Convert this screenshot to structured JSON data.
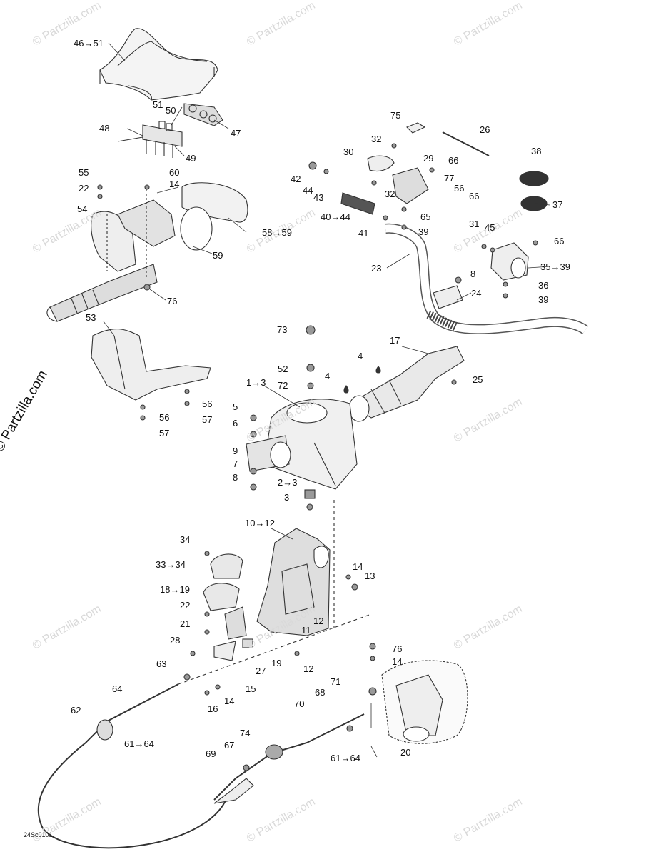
{
  "diagram_code": "24Sc0101",
  "watermark": "© Partzilla.com",
  "brand": "© Partzilla.com",
  "line_color": "#333333",
  "labels": {
    "l46_51": "46→51",
    "l51": "51",
    "l50": "50",
    "l48": "48",
    "l47": "47",
    "l49": "49",
    "l55": "55",
    "l22a": "22",
    "l60": "60",
    "l14a": "14",
    "l54": "54",
    "l58_59": "58→59",
    "l59": "59",
    "l76a": "76",
    "l53": "53",
    "l56a": "56",
    "l57a": "57",
    "l56b": "56",
    "l57b": "57",
    "l75": "75",
    "l26": "26",
    "l32a": "32",
    "l30": "30",
    "l29": "29",
    "l66a": "66",
    "l42": "42",
    "l44": "44",
    "l43": "43",
    "l77": "77",
    "l56c": "56",
    "l66b": "66",
    "l32b": "32",
    "l40_44": "40→44",
    "l65": "65",
    "l41": "41",
    "l39a": "39",
    "l38": "38",
    "l37": "37",
    "l31": "31",
    "l45": "45",
    "l66c": "66",
    "l35_39": "35→39",
    "l23": "23",
    "l8a": "8",
    "l24": "24",
    "l36": "36",
    "l39b": "39",
    "l73": "73",
    "l17": "17",
    "l4a": "4",
    "l52": "52",
    "l1_3": "1→3",
    "l4b": "4",
    "l72": "72",
    "l25": "25",
    "l5": "5",
    "l6": "6",
    "l9": "9",
    "l7": "7",
    "l8b": "8",
    "l2_3": "2→3",
    "l3": "3",
    "l10_12": "10→12",
    "l34": "34",
    "l33_34": "33→34",
    "l14b": "14",
    "l13": "13",
    "l18_19": "18→19",
    "l22b": "22",
    "l21": "21",
    "l11": "11",
    "l12a": "12",
    "l28": "28",
    "l19": "19",
    "l27": "27",
    "l12b": "12",
    "l63": "63",
    "l76b": "76",
    "l14c": "14",
    "l64": "64",
    "l15": "15",
    "l71": "71",
    "l68": "68",
    "l16": "16",
    "l14d": "14",
    "l62": "62",
    "l70": "70",
    "l61_64a": "61→64",
    "l74": "74",
    "l20": "20",
    "l67": "67",
    "l69": "69",
    "l61_64b": "61→64"
  }
}
